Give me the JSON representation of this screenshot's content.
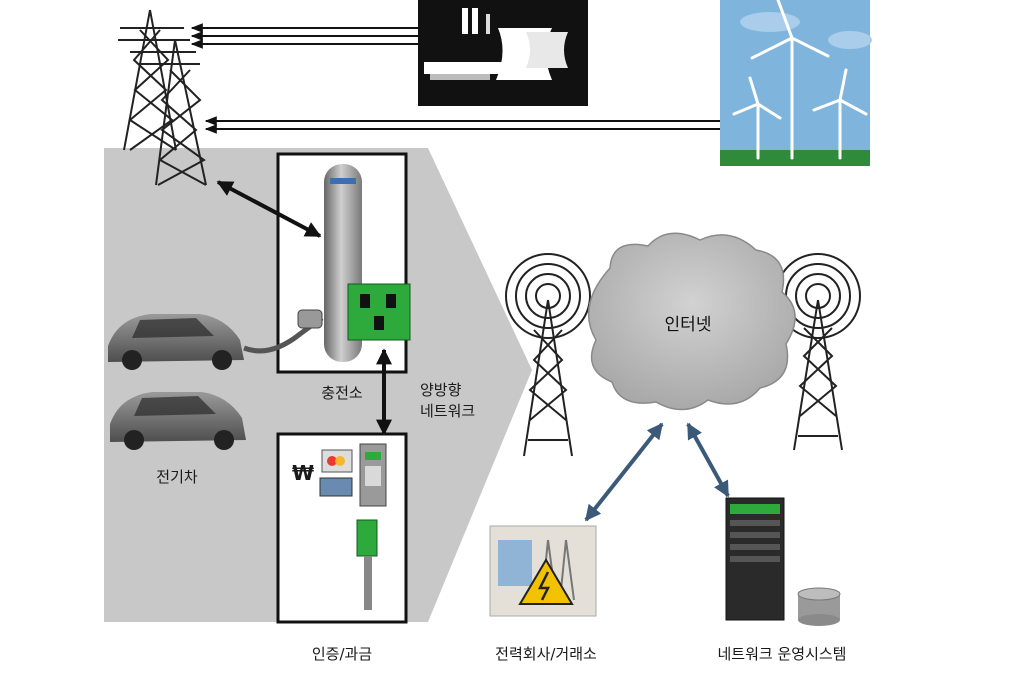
{
  "labels": {
    "ev": "전기차",
    "charging_station": "충전소",
    "bidirectional_line1": "양방향",
    "bidirectional_line2": "네트워크",
    "auth_billing": "인증/과금",
    "internet": "인터넷",
    "power_company": "전력회사/거래소",
    "network_ops": "네트워크 운영시스템",
    "currency_symbol": "₩"
  },
  "colors": {
    "panel_gray": "#c8c8c8",
    "outlet_green": "#2eaa3c",
    "cloud_gray": "#b9b9b9",
    "arrow_blue": "#3b5a7a",
    "sky_blue": "#7fb4dc",
    "plant_black": "#111111",
    "warning_yellow": "#f2c200"
  },
  "icons": {
    "transmission_tower": "transmission-tower-icon",
    "power_plant": "power-plant-icon",
    "wind_farm": "wind-turbine-icon",
    "ev_charger": "ev-charger-icon",
    "power_outlet": "power-outlet-icon",
    "electric_car": "electric-car-icon",
    "payment_kiosk": "payment-kiosk-icon",
    "cell_tower": "cell-tower-icon",
    "cloud": "cloud-icon",
    "warning_sign": "high-voltage-warning-icon",
    "server_rack": "server-rack-icon",
    "database": "database-icon"
  }
}
